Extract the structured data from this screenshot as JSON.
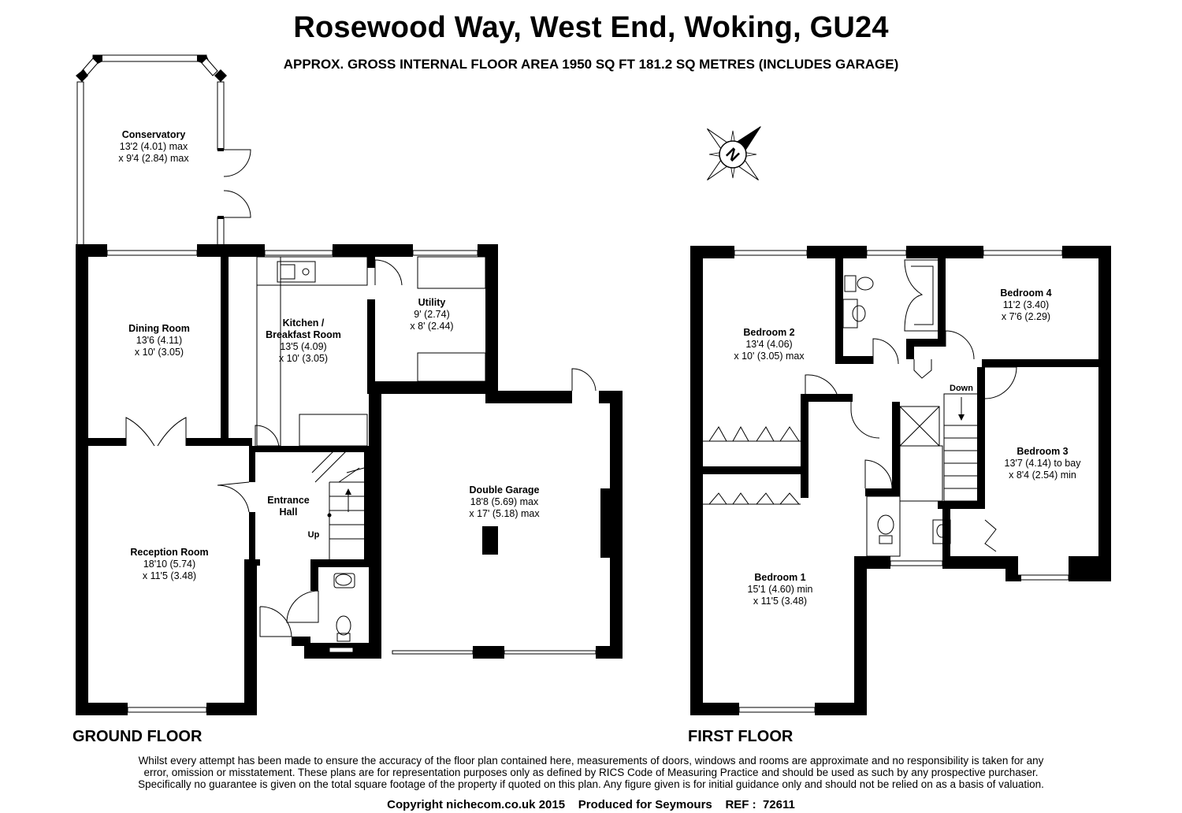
{
  "header": {
    "title": "Rosewood Way, West End, Woking, GU24",
    "subtitle": "APPROX. GROSS INTERNAL FLOOR AREA 1950 SQ FT 181.2 SQ METRES (INCLUDES GARAGE)"
  },
  "compass": {
    "label": "N"
  },
  "ground_floor": {
    "label": "GROUND FLOOR",
    "rooms": [
      {
        "name": "Conservatory",
        "dims": [
          "13'2 (4.01) max",
          "x 9'4 (2.84) max"
        ]
      },
      {
        "name": "Dining Room",
        "dims": [
          "13'6 (4.11)",
          "x 10' (3.05)"
        ]
      },
      {
        "name": "Kitchen /",
        "name2": "Breakfast Room",
        "dims": [
          "13'5 (4.09)",
          "x 10' (3.05)"
        ]
      },
      {
        "name": "Utility",
        "dims": [
          "9' (2.74)",
          "x 8' (2.44)"
        ]
      },
      {
        "name": "Double Garage",
        "dims": [
          "18'8 (5.69) max",
          "x 17' (5.18) max"
        ]
      },
      {
        "name": "Entrance",
        "name2": "Hall",
        "dims": []
      },
      {
        "name": "Reception Room",
        "dims": [
          "18'10 (5.74)",
          "x 11'5 (3.48)"
        ]
      }
    ],
    "stair_label": "Up"
  },
  "first_floor": {
    "label": "FIRST FLOOR",
    "rooms": [
      {
        "name": "Bedroom 2",
        "dims": [
          "13'4 (4.06)",
          "x 10' (3.05) max"
        ]
      },
      {
        "name": "Bedroom 4",
        "dims": [
          "11'2 (3.40)",
          "x 7'6 (2.29)"
        ]
      },
      {
        "name": "Bedroom 3",
        "dims": [
          "13'7 (4.14) to bay",
          "x 8'4 (2.54) min"
        ]
      },
      {
        "name": "Bedroom 1",
        "dims": [
          "15'1 (4.60) min",
          "x 11'5 (3.48)"
        ]
      }
    ],
    "stair_label": "Down"
  },
  "footer": {
    "disclaimer": [
      "Whilst every attempt has been made to ensure the accuracy of the floor plan contained here, measurements of doors, windows and rooms are approximate and no responsibility is taken for any",
      "error, omission or misstatement. These plans are for representation purposes only as defined by RICS Code of Measuring Practice and should be used as such by any prospective purchaser.",
      "Specifically no guarantee is given on the total square footage of the property if quoted on this plan. Any figure given is for initial guidance only and should not be relied on as a basis of valuation."
    ],
    "copyright": "Copyright nichecom.co.uk 2015    Produced for Seymours    REF :  72611"
  }
}
